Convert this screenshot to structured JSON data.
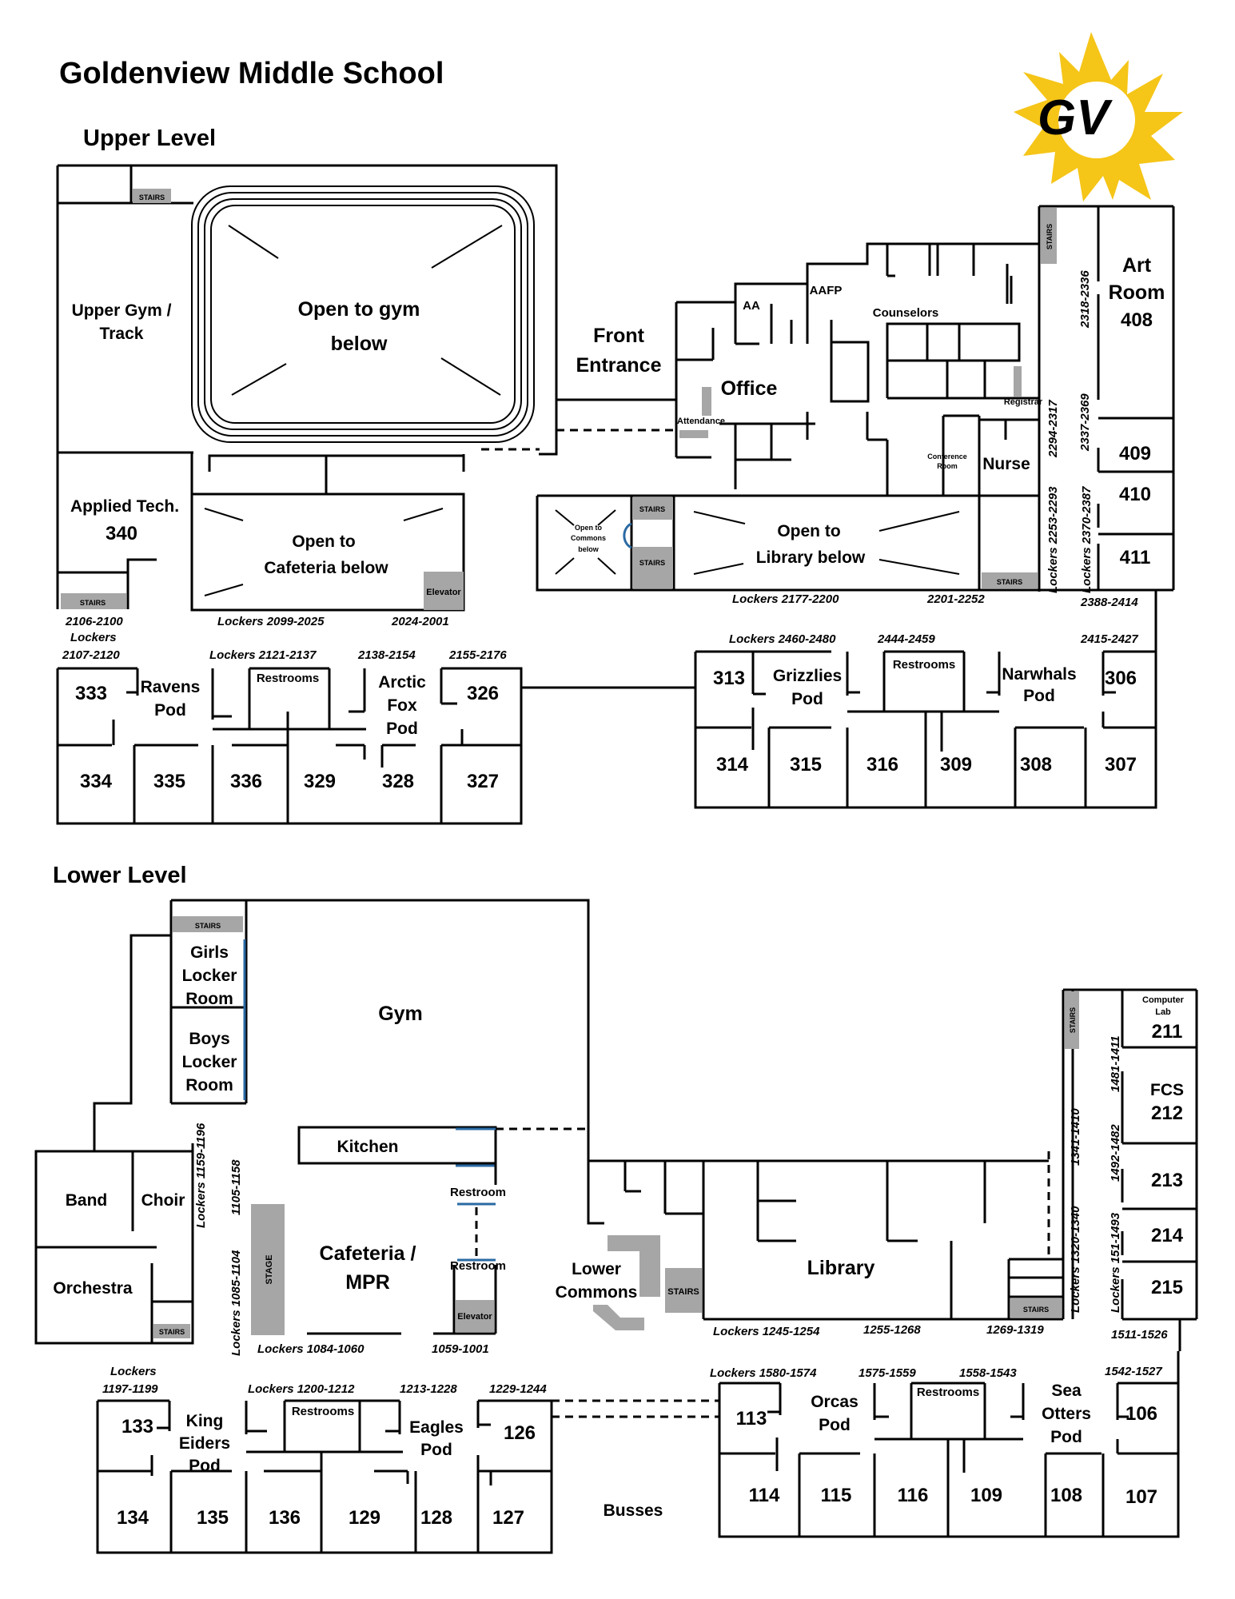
{
  "title": "Goldenview Middle School",
  "logo": {
    "text": "GV",
    "sun_color": "#F5C518",
    "letter_color": "#6B3FA0"
  },
  "colors": {
    "wall": "#000000",
    "stairs_fill": "#A6A6A6",
    "door_blue": "#2A6AA3"
  },
  "upper": {
    "heading": "Upper Level",
    "gym_track": [
      "Upper Gym /",
      "Track"
    ],
    "open_gym": [
      "Open to gym",
      "below"
    ],
    "applied_tech": [
      "Applied Tech.",
      "340"
    ],
    "open_cafeteria": [
      "Open to",
      "Cafeteria  below"
    ],
    "elevator": "Elevator",
    "stairs": "STAIRS",
    "front_entrance": [
      "Front",
      "Entrance"
    ],
    "aa": "AA",
    "aafp": "AAFP",
    "counselors": "Counselors",
    "office": "Office",
    "attendance": "Attendance",
    "registrar": "Registrar",
    "conference": [
      "Conference",
      "Room"
    ],
    "nurse": "Nurse",
    "open_commons": [
      "Open to",
      "Commons",
      "below"
    ],
    "open_library": [
      "Open to",
      "Library below"
    ],
    "art_room": [
      "Art",
      "Room",
      "408"
    ],
    "rooms_east": [
      "409",
      "410",
      "411"
    ],
    "lockers": {
      "l2106": "2106-2100",
      "lockers_word": "Lockers",
      "l2107": "2107-2120",
      "l2099": "Lockers 2099-2025",
      "l2024": "2024-2001",
      "l2121": "Lockers 2121-2137",
      "l2138": "2138-2154",
      "l2155": "2155-2176",
      "l2177": "Lockers 2177-2200",
      "l2201": "2201-2252",
      "l2460": "Lockers 2460-2480",
      "l2444": "2444-2459",
      "l2415": "2415-2427",
      "l2388": "2388-2414",
      "l2318": "2318-2336",
      "l2337": "2337-2369",
      "l2294": "2294-2317",
      "l2253": "Lockers 2253-2293",
      "l2370": "Lockers 2370-2387"
    },
    "ravens_pod": [
      "Ravens",
      "Pod"
    ],
    "arctic_pod": [
      "Arctic",
      "Fox",
      "Pod"
    ],
    "grizzlies_pod": [
      "Grizzlies",
      "Pod"
    ],
    "narwhals_pod": [
      "Narwhals",
      "Pod"
    ],
    "restrooms": "Restrooms",
    "west_rooms": [
      "333",
      "326",
      "334",
      "335",
      "336",
      "329",
      "328",
      "327"
    ],
    "east_rooms": [
      "313",
      "306",
      "314",
      "315",
      "316",
      "309",
      "308",
      "307"
    ]
  },
  "lower": {
    "heading": "Lower Level",
    "stairs": "STAIRS",
    "girls_locker": [
      "Girls",
      "Locker",
      "Room"
    ],
    "boys_locker": [
      "Boys",
      "Locker",
      "Room"
    ],
    "gym": "Gym",
    "band": "Band",
    "choir": "Choir",
    "orchestra": "Orchestra",
    "kitchen": "Kitchen",
    "stage": "STAGE",
    "cafeteria": [
      "Cafeteria /",
      "MPR"
    ],
    "restroom": "Restroom",
    "elevator": "Elevator",
    "lower_commons": [
      "Lower",
      "Commons"
    ],
    "library": "Library",
    "computer_lab": [
      "Computer",
      "Lab",
      "211"
    ],
    "fcs": [
      "FCS",
      "212"
    ],
    "rooms_east": [
      "213",
      "214",
      "215"
    ],
    "busses": "Busses",
    "lockers": {
      "l1159": "Lockers 1159-1196",
      "l1105": "1105-1158",
      "l1085": "Lockers 1085-1104",
      "l1084": "Lockers 1084-1060",
      "l1059": "1059-1001",
      "l1245": "Lockers 1245-1254",
      "l1255": "1255-1268",
      "l1269": "1269-1319",
      "l1341": "1341-1410",
      "l1320": "Lockers 1320-1340",
      "l1481": "1481-1411",
      "l1492": "1492-1482",
      "l151": "Lockers 151-1493",
      "l1511": "1511-1526",
      "lockers_word": "Lockers",
      "l1197": "1197-1199",
      "l1200": "Lockers 1200-1212",
      "l1213": "1213-1228",
      "l1229": "1229-1244",
      "l1580": "Lockers 1580-1574",
      "l1575": "1575-1559",
      "l1558": "1558-1543",
      "l1542": "1542-1527"
    },
    "king_eiders_pod": [
      "King",
      "Eiders",
      "Pod"
    ],
    "eagles_pod": [
      "Eagles",
      "Pod"
    ],
    "orcas_pod": [
      "Orcas",
      "Pod"
    ],
    "sea_otters_pod": [
      "Sea",
      "Otters",
      "Pod"
    ],
    "restrooms": "Restrooms",
    "west_rooms": [
      "133",
      "126",
      "134",
      "135",
      "136",
      "129",
      "128",
      "127"
    ],
    "east_rooms": [
      "113",
      "106",
      "114",
      "115",
      "116",
      "109",
      "108",
      "107"
    ]
  }
}
